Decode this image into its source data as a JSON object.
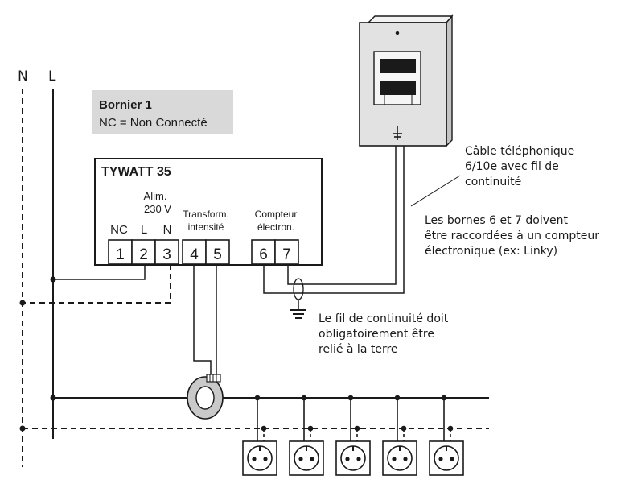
{
  "mains": {
    "neutral_label": "N",
    "line_label": "L"
  },
  "legend": {
    "title": "Bornier 1",
    "note": "NC = Non Connecté"
  },
  "device": {
    "name": "TYWATT 35",
    "groups": {
      "alim_line1": "Alim.",
      "alim_line2": "230 V",
      "transfo_line1": "Transform.",
      "transfo_line2": "intensité",
      "compteur_line1": "Compteur",
      "compteur_line2": "électron."
    },
    "terminal_labels": [
      "NC",
      "L",
      "N"
    ],
    "terminals": [
      "1",
      "2",
      "3",
      "4",
      "5",
      "6",
      "7"
    ]
  },
  "annotations": {
    "cable_lines": [
      "Câble téléphonique",
      "6/10e avec fil de",
      "continuité"
    ],
    "bornes_lines": [
      "Les bornes 6 et 7 doivent",
      "être raccordées à un compteur",
      "électronique (ex: Linky)"
    ],
    "earth_lines": [
      "Le fil de continuité doit",
      "obligatoirement être",
      "relié à la terre"
    ]
  },
  "outlets": {
    "count": 5
  },
  "colors": {
    "wire": "#1a1a1a",
    "legend_bg": "#d9d9d9",
    "meter_body": "#e2e2e2",
    "meter_screen": "#1a1a1a"
  }
}
